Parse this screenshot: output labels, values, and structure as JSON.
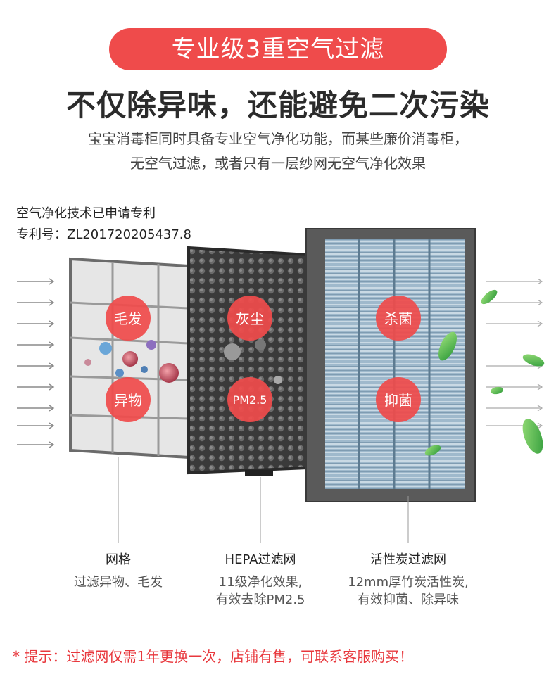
{
  "header": {
    "banner": "专业级3重空气过滤",
    "headline": "不仅除异味，还能避免二次污染",
    "subline1": "宝宝消毒柜同时具备专业空气净化功能，而某些廉价消毒柜，",
    "subline2": "无空气过滤，或者只有一层纱网无空气净化效果"
  },
  "patent": {
    "line1": "空气净化技术已申请专利",
    "line2": "专利号：ZL201720205437.8"
  },
  "filters": [
    {
      "name": "网格",
      "desc1": "过滤异物、毛发",
      "desc2": "",
      "badges": [
        "毛发",
        "异物"
      ]
    },
    {
      "name": "HEPA过滤网",
      "desc1": "11级净化效果,",
      "desc2": "有效去除PM2.5",
      "badges": [
        "灰尘",
        "PM2.5"
      ]
    },
    {
      "name": "活性炭过滤网",
      "desc1": "12mm厚竹炭活性炭,",
      "desc2": "有效抑菌、除异味",
      "badges": [
        "杀菌",
        "抑菌"
      ]
    }
  ],
  "notice": "* 提示：过滤网仅需1年更换一次，店铺有售，可联系客服购买！",
  "colors": {
    "accent": "#ef4b4b",
    "notice": "#e8383d",
    "badge": "#ef4b4b"
  }
}
